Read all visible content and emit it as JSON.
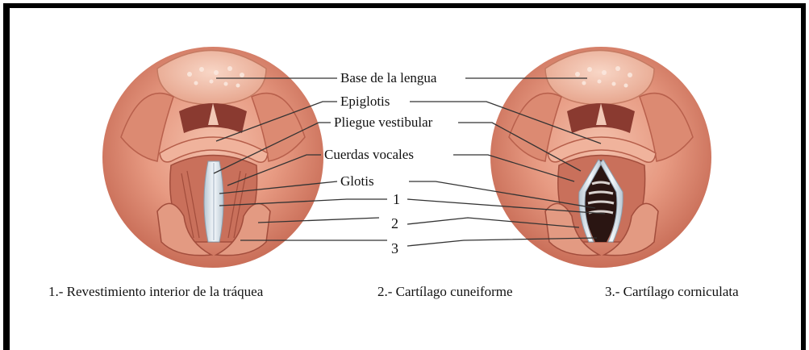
{
  "labels": {
    "base_lengua": "Base de la lengua",
    "epiglotis": "Epiglotis",
    "pliegue": "Pliegue vestibular",
    "cuerdas": "Cuerdas vocales",
    "glotis": "Glotis",
    "n1": "1",
    "n2": "2",
    "n3": "3"
  },
  "legend": {
    "item1": "1.- Revestimiento interior de la tráquea",
    "item2": "2.- Cartílago cuneiforme",
    "item3": "3.- Cartílago corniculata"
  },
  "colors": {
    "tissue_outer": "#e9a088",
    "tissue_mid": "#d9826c",
    "tissue_dark": "#b85a48",
    "cord_white": "#e8eef4",
    "airway_dark": "#2a1512",
    "border": "#000000"
  }
}
